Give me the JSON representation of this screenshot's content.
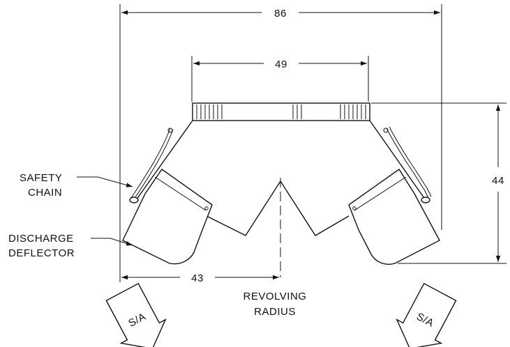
{
  "dimensions": {
    "overall_width": "86",
    "top_width": "49",
    "height": "44",
    "half_width": "43"
  },
  "labels": {
    "safety_chain_line1": "SAFETY",
    "safety_chain_line2": "CHAIN",
    "discharge_deflector_line1": "DISCHARGE",
    "discharge_deflector_line2": "DEFLECTOR",
    "revolving_radius_line1": "REVOLVING",
    "revolving_radius_line2": "RADIUS",
    "sa_left": "S/A",
    "sa_right": "S/A"
  }
}
